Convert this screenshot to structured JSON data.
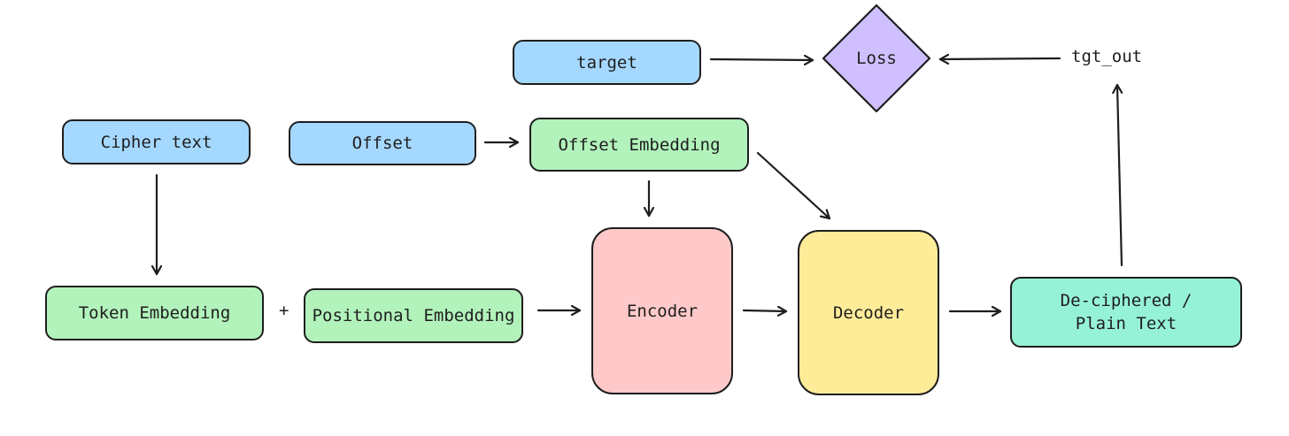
{
  "nodes": {
    "target": "target",
    "cipher_text": "Cipher text",
    "offset": "Offset",
    "offset_embedding": "Offset Embedding",
    "token_embedding": "Token Embedding",
    "positional_embedding": "Positional Embedding",
    "encoder": "Encoder",
    "decoder": "Decoder",
    "output": "De-ciphered / Plain Text",
    "loss": "Loss",
    "tgt_out": "tgt_out"
  },
  "operators": {
    "plus": "+"
  },
  "colors": {
    "input_blue": "#a5d8ff",
    "embedding_green": "#b2f2bb",
    "encoder_pink": "#ffc9c9",
    "decoder_yellow": "#ffec99",
    "output_teal": "#96f2d7",
    "loss_purple": "#d0bfff",
    "stroke": "#1e1e1e"
  },
  "edges": [
    {
      "from": "target",
      "to": "loss"
    },
    {
      "from": "tgt_out",
      "to": "loss"
    },
    {
      "from": "output",
      "to": "tgt_out"
    },
    {
      "from": "offset",
      "to": "offset_embedding"
    },
    {
      "from": "offset_embedding",
      "to": "encoder"
    },
    {
      "from": "offset_embedding",
      "to": "decoder"
    },
    {
      "from": "cipher_text",
      "to": "token_embedding"
    },
    {
      "from": "positional_embedding",
      "to": "encoder"
    },
    {
      "from": "encoder",
      "to": "decoder"
    },
    {
      "from": "decoder",
      "to": "output"
    }
  ]
}
